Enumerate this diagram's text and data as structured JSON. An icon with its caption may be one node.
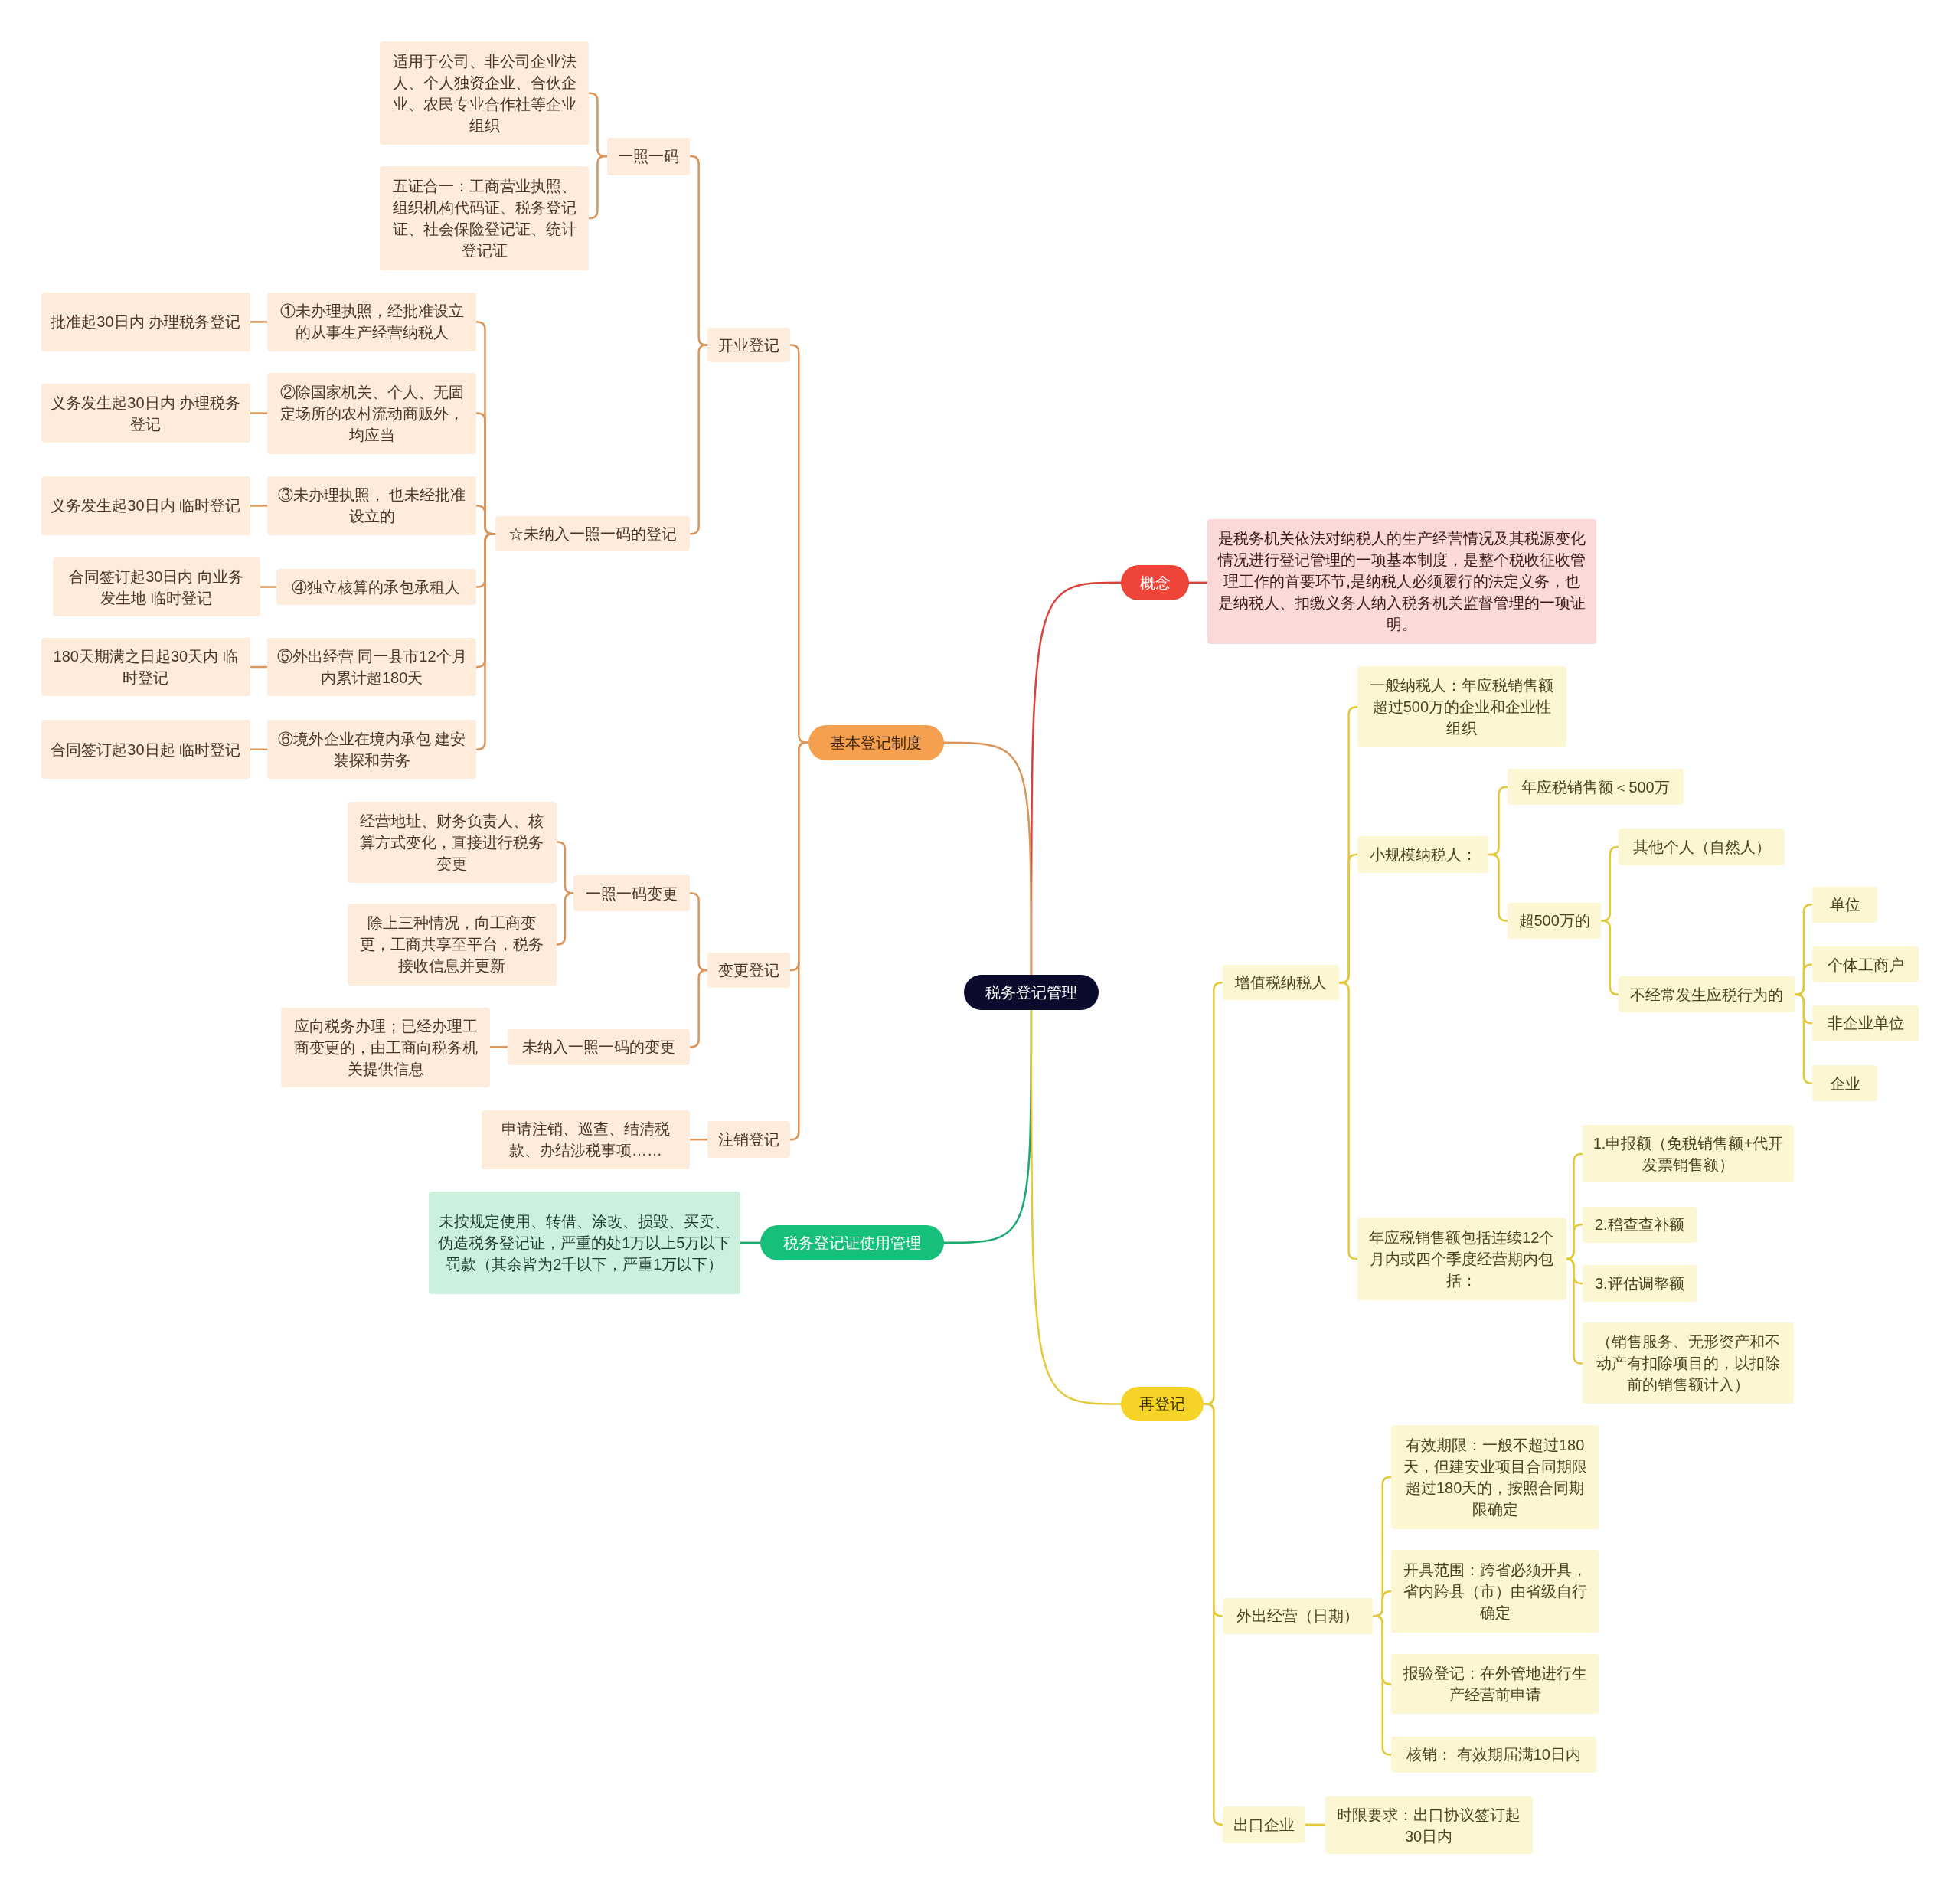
{
  "diagram": {
    "nodes": [
      {
        "text": [
          "税务登记管理"
        ]
      },
      {
        "text": [
          "概念"
        ]
      },
      {
        "text": [
          "是税务机关依法对纳税人的生产经营情况及其税源变化情况进行登记管理的一项基本制度，是整个税收征收管理工作的首要环节,是纳税人必须履行的法定义务，也是纳税人、扣缴义务人纳入税务机关监督管理的一项证明。"
        ]
      },
      {
        "text": [
          "基本登记制度"
        ]
      },
      {
        "text": [
          "开业登记"
        ]
      },
      {
        "text": [
          "一照一码"
        ]
      },
      {
        "text": [
          "适用于公司、非公司企业法人、个人独资企业、合伙企业、农民专业合作社等企业组织"
        ]
      },
      {
        "text": [
          "五证合一：工商营业执照、组织机构代码证、税务登记证、社会保险登记证、统计登记证"
        ]
      },
      {
        "text": [
          "☆未纳入一照一码的登记"
        ]
      },
      {
        "text": [
          "①未办理执照，经批准设立的从事生产经营纳税人"
        ]
      },
      {
        "text": [
          "批准起30日内 办理税务登记"
        ]
      },
      {
        "text": [
          "②除国家机关、个人、无固定场所的农村流动商贩外，均应当"
        ]
      },
      {
        "text": [
          "义务发生起30日内 办理税务登记"
        ]
      },
      {
        "text": [
          "③未办理执照， 也未经批准设立的"
        ]
      },
      {
        "text": [
          "义务发生起30日内 临时登记"
        ]
      },
      {
        "text": [
          "④独立核算的承包承租人"
        ]
      },
      {
        "text": [
          "合同签订起30日内 向业务发生地 临时登记"
        ]
      },
      {
        "text": [
          "⑤外出经营 同一县市12个月内累计超180天"
        ]
      },
      {
        "text": [
          "180天期满之日起30天内 临时登记"
        ]
      },
      {
        "text": [
          "⑥境外企业在境内承包 建安装探和劳务"
        ]
      },
      {
        "text": [
          "合同签订起30日起 临时登记"
        ]
      },
      {
        "text": [
          "变更登记"
        ]
      },
      {
        "text": [
          "一照一码变更"
        ]
      },
      {
        "text": [
          "经营地址、财务负责人、核算方式变化，直接进行税务变更"
        ]
      },
      {
        "text": [
          "除上三种情况，向工商变更，工商共享至平台，税务接收信息并更新"
        ]
      },
      {
        "text": [
          "未纳入一照一码的变更"
        ]
      },
      {
        "text": [
          "应向税务办理；已经办理工商变更的，由工商向税务机关提供信息"
        ]
      },
      {
        "text": [
          "注销登记"
        ]
      },
      {
        "text": [
          "申请注销、巡查、结清税款、办结涉税事项……"
        ]
      },
      {
        "text": [
          "税务登记证使用管理"
        ]
      },
      {
        "text": [
          "未按规定使用、转借、涂改、损毁、买卖、伪造税务登记证，严重的处1万以上5万以下罚款（其余皆为2千以下，严重1万以下）"
        ]
      },
      {
        "text": [
          "再登记"
        ]
      },
      {
        "text": [
          "增值税纳税人"
        ]
      },
      {
        "text": [
          "一般纳税人：年应税销售额超过500万的企业和企业性组织"
        ]
      },
      {
        "text": [
          "小规模纳税人："
        ]
      },
      {
        "text": [
          "年应税销售额＜500万"
        ]
      },
      {
        "text": [
          "超500万的"
        ]
      },
      {
        "text": [
          "其他个人（自然人）"
        ]
      },
      {
        "text": [
          "不经常发生应税行为的"
        ]
      },
      {
        "text": [
          "单位"
        ]
      },
      {
        "text": [
          "个体工商户"
        ]
      },
      {
        "text": [
          "非企业单位"
        ]
      },
      {
        "text": [
          "企业"
        ]
      },
      {
        "text": [
          "年应税销售额包括连续12个月内或四个季度经营期内包括："
        ]
      },
      {
        "text": [
          "1.申报额（免税销售额+代开发票销售额）"
        ]
      },
      {
        "text": [
          "2.稽查查补额"
        ]
      },
      {
        "text": [
          "3.评估调整额"
        ]
      },
      {
        "text": [
          "（销售服务、无形资产和不动产有扣除项目的，以扣除前的销售额计入）"
        ]
      },
      {
        "text": [
          "外出经营（日期）"
        ]
      },
      {
        "text": [
          "有效期限：一般不超过180天，但建安业项目合同期限超过180天的，按照合同期限确定"
        ]
      },
      {
        "text": [
          "开具范围：跨省必须开具，省内跨县（市）由省级自行确定"
        ]
      },
      {
        "text": [
          "报验登记：在外管地进行生产经营前申请"
        ]
      },
      {
        "text": [
          "核销： 有效期届满10日内"
        ]
      },
      {
        "text": [
          "出口企业"
        ]
      },
      {
        "text": [
          "时限要求：出口协议签订起30日内"
        ]
      }
    ],
    "edges": [
      {
        "from": 0,
        "to": 1,
        "arrow": "none",
        "color": "#d8443a"
      },
      {
        "from": 1,
        "to": 2,
        "arrow": "none",
        "color": "#d8443a"
      },
      {
        "from": 0,
        "to": 3,
        "arrow": "none"
      },
      {
        "from": 3,
        "to": 4,
        "arrow": "none"
      },
      {
        "from": 4,
        "to": 5,
        "arrow": "none"
      },
      {
        "from": 5,
        "to": 6,
        "arrow": "none"
      },
      {
        "from": 5,
        "to": 7,
        "arrow": "none"
      },
      {
        "from": 4,
        "to": 8,
        "arrow": "none"
      },
      {
        "from": 8,
        "to": 9,
        "arrow": "none"
      },
      {
        "from": 9,
        "to": 10,
        "arrow": "none"
      },
      {
        "from": 8,
        "to": 11,
        "arrow": "none"
      },
      {
        "from": 11,
        "to": 12,
        "arrow": "none"
      },
      {
        "from": 8,
        "to": 13,
        "arrow": "none"
      },
      {
        "from": 13,
        "to": 14,
        "arrow": "none"
      },
      {
        "from": 8,
        "to": 15,
        "arrow": "none"
      },
      {
        "from": 15,
        "to": 16,
        "arrow": "none"
      },
      {
        "from": 8,
        "to": 17,
        "arrow": "none"
      },
      {
        "from": 17,
        "to": 18,
        "arrow": "none"
      },
      {
        "from": 8,
        "to": 19,
        "arrow": "none"
      },
      {
        "from": 19,
        "to": 20,
        "arrow": "none"
      },
      {
        "from": 3,
        "to": 21,
        "arrow": "none"
      },
      {
        "from": 21,
        "to": 22,
        "arrow": "none"
      },
      {
        "from": 22,
        "to": 23,
        "arrow": "none"
      },
      {
        "from": 22,
        "to": 24,
        "arrow": "none"
      },
      {
        "from": 21,
        "to": 25,
        "arrow": "none"
      },
      {
        "from": 25,
        "to": 26,
        "arrow": "none"
      },
      {
        "from": 3,
        "to": 27,
        "arrow": "none"
      },
      {
        "from": 27,
        "to": 28,
        "arrow": "none"
      },
      {
        "from": 0,
        "to": 29,
        "arrow": "none",
        "color": "#1aaa6d"
      },
      {
        "from": 29,
        "to": 30,
        "arrow": "none",
        "color": "#1aaa6d"
      },
      {
        "from": 0,
        "to": 31,
        "arrow": "none",
        "color": "#e2c93a"
      },
      {
        "from": 31,
        "to": 32,
        "arrow": "none",
        "color": "#e2c93a"
      },
      {
        "from": 32,
        "to": 33,
        "arrow": "none",
        "color": "#e2c93a"
      },
      {
        "from": 32,
        "to": 34,
        "arrow": "none",
        "color": "#e2c93a"
      },
      {
        "from": 34,
        "to": 35,
        "arrow": "none",
        "color": "#e2c93a"
      },
      {
        "from": 34,
        "to": 36,
        "arrow": "none",
        "color": "#e2c93a"
      },
      {
        "from": 36,
        "to": 37,
        "arrow": "none",
        "color": "#e2c93a"
      },
      {
        "from": 36,
        "to": 38,
        "arrow": "none",
        "color": "#e2c93a"
      },
      {
        "from": 38,
        "to": 39,
        "arrow": "none",
        "color": "#e2c93a"
      },
      {
        "from": 38,
        "to": 40,
        "arrow": "none",
        "color": "#e2c93a"
      },
      {
        "from": 38,
        "to": 41,
        "arrow": "none",
        "color": "#e2c93a"
      },
      {
        "from": 38,
        "to": 42,
        "arrow": "none",
        "color": "#e2c93a"
      },
      {
        "from": 32,
        "to": 43,
        "arrow": "none",
        "color": "#e2c93a"
      },
      {
        "from": 43,
        "to": 44,
        "arrow": "none",
        "color": "#e2c93a"
      },
      {
        "from": 43,
        "to": 45,
        "arrow": "none",
        "color": "#e2c93a"
      },
      {
        "from": 43,
        "to": 46,
        "arrow": "none",
        "color": "#e2c93a"
      },
      {
        "from": 43,
        "to": 47,
        "arrow": "none",
        "color": "#e2c93a"
      },
      {
        "from": 31,
        "to": 48,
        "arrow": "none",
        "color": "#e2c93a"
      },
      {
        "from": 48,
        "to": 49,
        "arrow": "none",
        "color": "#e2c93a"
      },
      {
        "from": 48,
        "to": 50,
        "arrow": "none",
        "color": "#e2c93a"
      },
      {
        "from": 48,
        "to": 51,
        "arrow": "none",
        "color": "#e2c93a"
      },
      {
        "from": 48,
        "to": 52,
        "arrow": "none",
        "color": "#e2c93a"
      },
      {
        "from": 31,
        "to": 53,
        "arrow": "none",
        "color": "#e2c93a"
      },
      {
        "from": 53,
        "to": 54,
        "arrow": "none",
        "color": "#e2c93a"
      }
    ]
  }
}
